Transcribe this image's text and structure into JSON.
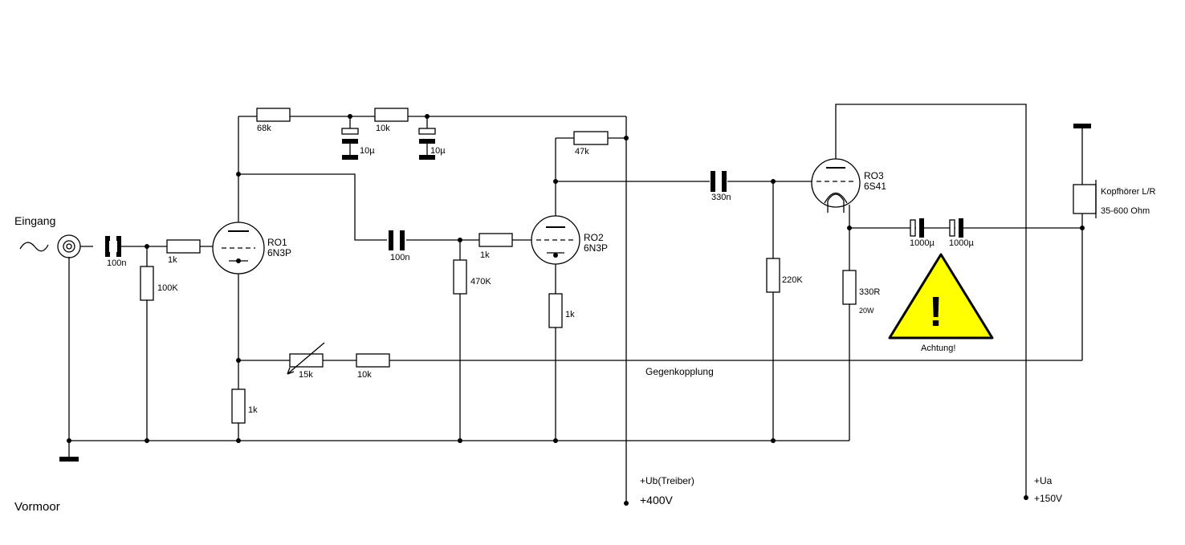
{
  "labels": {
    "input": "Eingang",
    "title": "Vormoor",
    "feedback": "Gegenkopplung",
    "warning": "Achtung!",
    "headphones_1": "Kopfhörer L/R",
    "headphones_2": "35-600 Ohm",
    "ub_label": "+Ub(Treiber)",
    "ub_value": "+400V",
    "ua_label": "+Ua",
    "ua_value": "+150V",
    "warning_symbol": "!"
  },
  "tubes": {
    "ro1_name": "RO1",
    "ro1_type": "6N3P",
    "ro2_name": "RO2",
    "ro2_type": "6N3P",
    "ro3_name": "RO3",
    "ro3_type": "6S41"
  },
  "components": {
    "c_in": "100n",
    "r_grid1": "1k",
    "r_100k": "100K",
    "r_68k": "68k",
    "r_10k_supply": "10k",
    "c_10u_1": "10µ",
    "c_10u_2": "10µ",
    "r_cath1": "1k",
    "c_couple": "100n",
    "r_grid2": "1k",
    "r_470k": "470K",
    "r_47k": "47k",
    "r_cath2": "1k",
    "pot_15k": "15k",
    "r_10k_fb": "10k",
    "c_330n": "330n",
    "r_220k": "220K",
    "r_330r": "330R",
    "r_330r_power": "20W",
    "c_out1": "1000µ",
    "c_out2": "1000µ"
  },
  "colors": {
    "warning_fill": "#ffff00",
    "line": "#000000"
  }
}
